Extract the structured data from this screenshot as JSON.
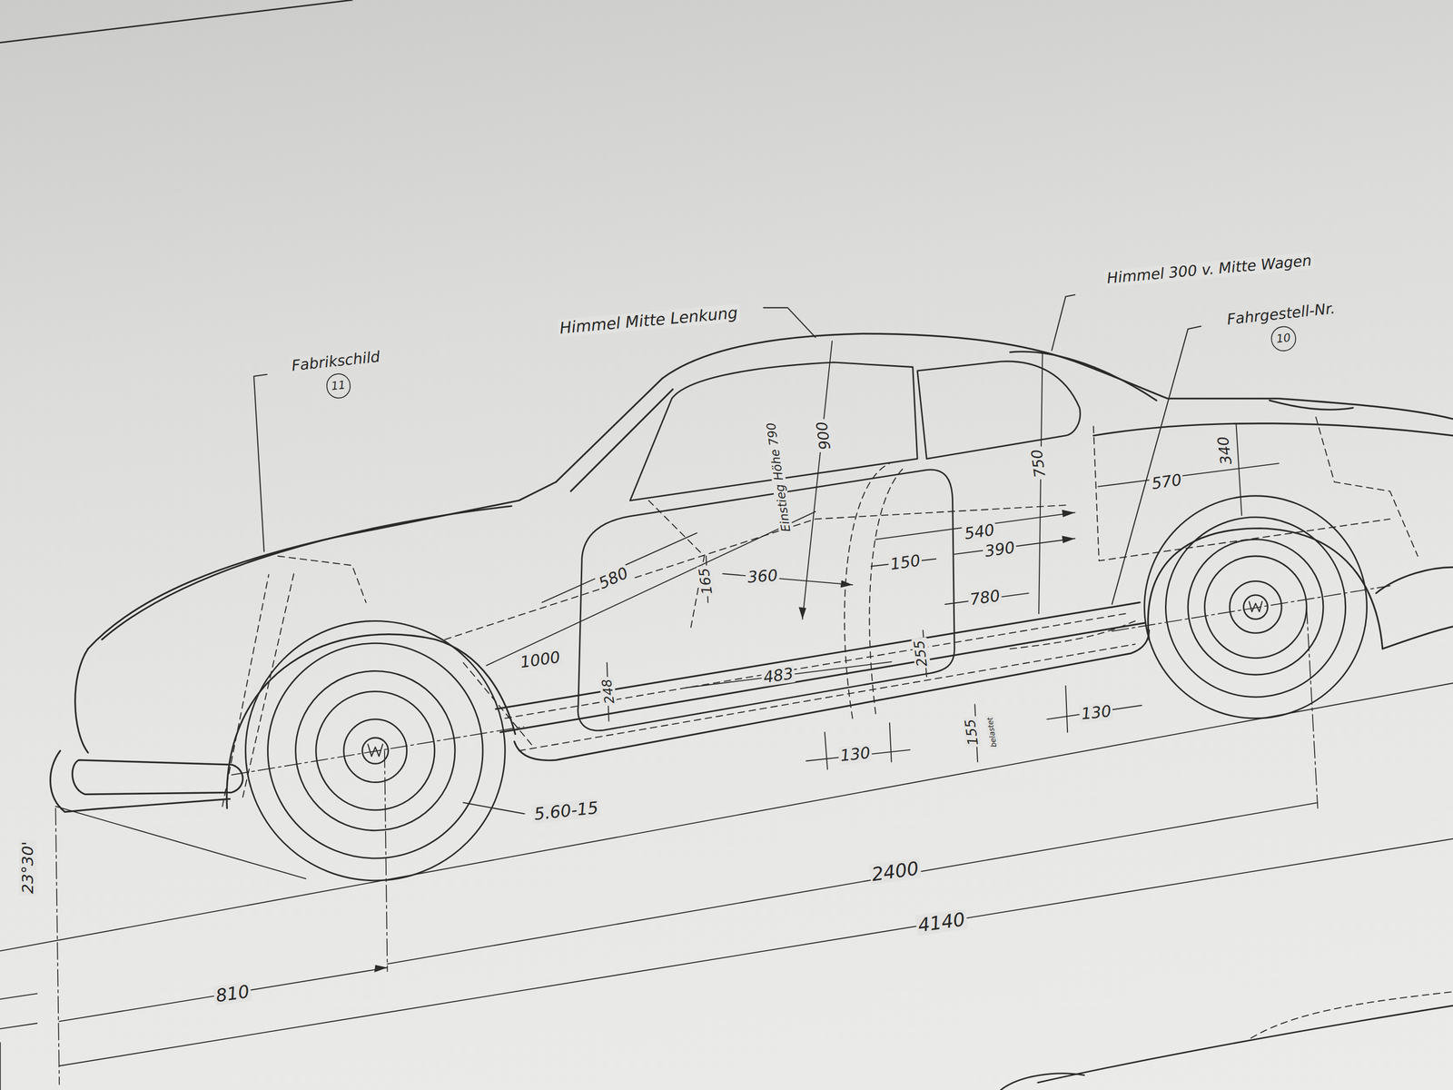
{
  "diagram": {
    "nodes": [
      {
        "text": [
          "Fabrikschild",
          "11"
        ]
      },
      {
        "text": [
          "Fahrgestell-Nr.",
          "10"
        ]
      }
    ],
    "labels": [
      "Himmel Mitte Lenkung",
      "Himmel 300 v. Mitte Wagen",
      "Einstieg Höhe 790",
      "900",
      "750",
      "340",
      "570",
      "540",
      "390",
      "150",
      "780",
      "580",
      "360",
      "165",
      "1000",
      "483",
      "255",
      "248",
      "130",
      "155",
      "belastet",
      "130",
      "5.60-15",
      "2400",
      "4140",
      "810",
      "23°30'"
    ]
  }
}
